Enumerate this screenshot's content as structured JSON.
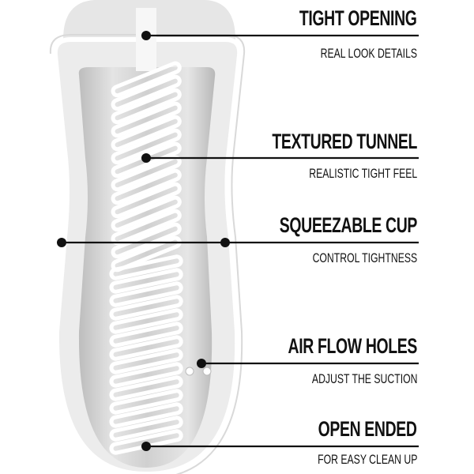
{
  "features": [
    {
      "title": "TIGHT OPENING",
      "subtitle": "REAL LOOK DETAILS"
    },
    {
      "title": "TEXTURED TUNNEL",
      "subtitle": "REALISTIC TIGHT FEEL"
    },
    {
      "title": "SQUEEZABLE CUP",
      "subtitle": "CONTROL TIGHTNESS"
    },
    {
      "title": "AIR FLOW HOLES",
      "subtitle": "ADJUST THE SUCTION"
    },
    {
      "title": "OPEN ENDED",
      "subtitle": "FOR EASY CLEAN UP"
    }
  ],
  "colors": {
    "line": "#111111",
    "shell": "#e8e8e8",
    "cavity": "#cfcfcf"
  }
}
